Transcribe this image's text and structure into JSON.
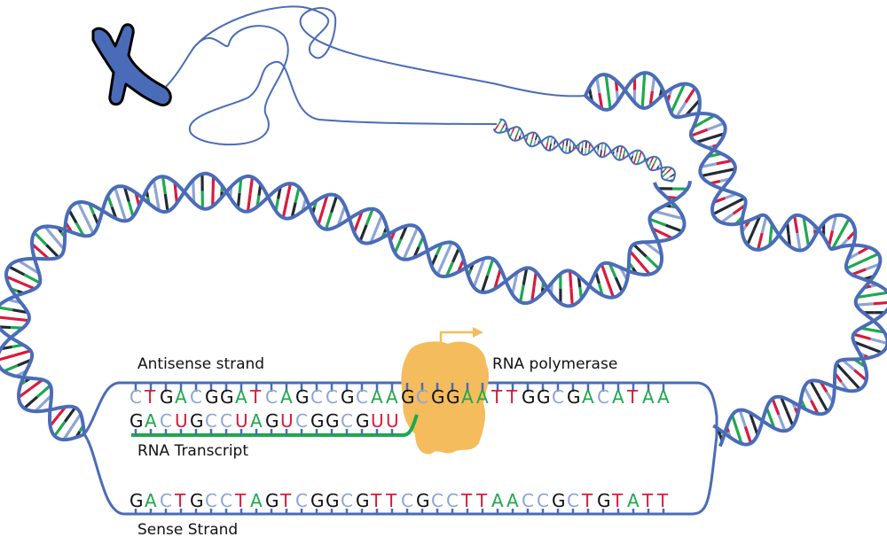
{
  "labels": {
    "antisense": "Antisense strand",
    "polymerase": "RNA polymerase",
    "transcript": "RNA Transcript",
    "sense": "Sense Strand"
  },
  "sequences": {
    "antisense": "CTGACGGATCAGCCGCAAGCGGAATTGGCGACATAA",
    "rna": "GACUGCCUAGUCGGCGUU",
    "sense": "GACTGCCTAGTCGGCGTTCGCCTTAACCGCTGTATT"
  },
  "colors": {
    "A": "#1ea84e",
    "T": "#d81b3c",
    "U": "#d81b3c",
    "G": "#111111",
    "C": "#8ea4d6",
    "strand": "#4a6cb8",
    "rna_strand": "#1ea84e",
    "polymerase": "#f4bc5c",
    "chromosome": "#4a6cb8",
    "pair_colors": [
      "#1ea84e",
      "#d81b3c",
      "#222a33",
      "#8ea4d6"
    ]
  }
}
